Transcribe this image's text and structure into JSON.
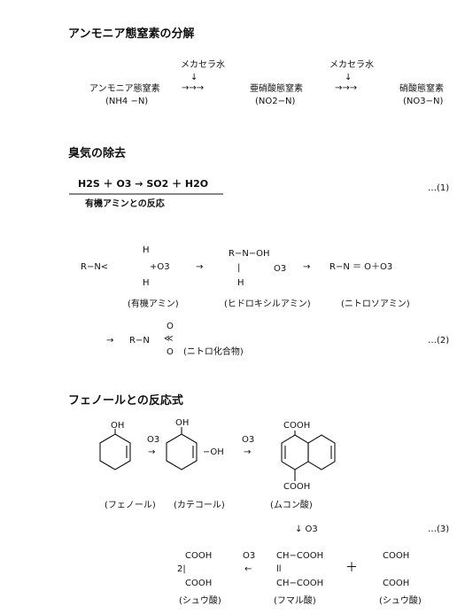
{
  "section1": {
    "title": "アンモニア態窒素の分解",
    "reagent1": "メカセラ水",
    "reagent2": "メカセラ水",
    "down_arrow": "↓",
    "step_arrows": "→→→",
    "ammonia_name": "アンモニア態窒素",
    "ammonia_formula": "(NH4 −N)",
    "nitrite_name": "亜硝酸態窒素",
    "nitrite_formula": "(NO2−N)",
    "nitrate_name": "硝酸態窒素",
    "nitrate_formula": "(NO3−N)"
  },
  "section2": {
    "title": "臭気の除去",
    "eq1": "H2S ＋ O3 → SO2 ＋ H2O",
    "eq1_no": "…(1)",
    "sub1": "有機アミンとの反応",
    "amine_r": "R−N<",
    "h_top": "H",
    "h_bot": "H",
    "plus_o3": "+O3",
    "arrow": "→",
    "rnoh": "R−N−OH",
    "bar": "|",
    "h_mid": "H",
    "o3_mid": "O3",
    "arrow2": "→",
    "nitroso": "R−N ＝ O＋O3",
    "label_amine": "(有機アミン)",
    "label_hydroxyl": "(ヒドロキシルアミン)",
    "label_nitroso": "(ニトロソアミン)",
    "arrow3": "→",
    "nitro_r": "R−N",
    "nitro_o_top": "O",
    "nitro_sym": "≪",
    "nitro_o_bot": "O",
    "label_nitro": "(ニトロ化合物)",
    "eq2_no": "…(2)"
  },
  "section3": {
    "title": "フェノールとの反応式",
    "oh1": "OH",
    "o3_a": "O3",
    "arrow_a": "→",
    "oh2": "OH",
    "oh_side": "−OH",
    "o3_b": "O3",
    "arrow_b": "→",
    "cooh_top": "COOH",
    "cooh_bot": "COOH",
    "label_phenol": "(フェノール)",
    "label_catechol": "(カテコール)",
    "label_muconic": "(ムコン酸)",
    "down_o3": "↓  O3",
    "eq3_no": "…(3)",
    "ox_cooh1": "COOH",
    "ox_2": "2|",
    "ox_cooh2": "COOH",
    "o3_c": "O3",
    "arrow_c": "←",
    "fum1": "CH−COOH",
    "fum_bond": "ll",
    "fum2": "CH−COOH",
    "plus": "＋",
    "ox2_cooh1": "COOH",
    "ox2_cooh2": "COOH",
    "label_oxalic1": "(シュウ酸)",
    "label_fumaric": "(フマル酸)",
    "label_oxalic2": "(シュウ酸)"
  }
}
